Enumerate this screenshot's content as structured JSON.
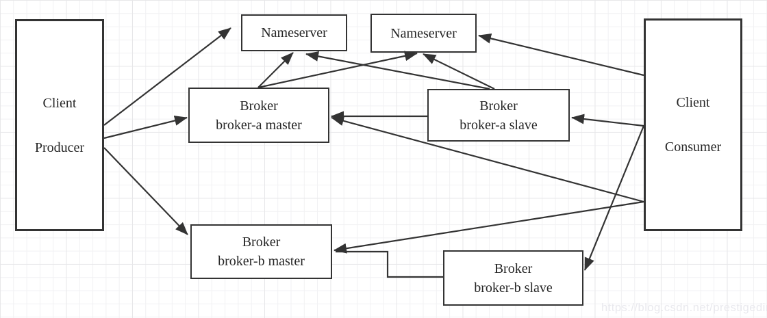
{
  "diagram_type": "architecture-diagram",
  "nodes": {
    "producer": {
      "line1": "Client",
      "line2": "Producer"
    },
    "nameserver1": {
      "label": "Nameserver"
    },
    "nameserver2": {
      "label": "Nameserver"
    },
    "broker_a_master": {
      "line1": "Broker",
      "line2": "broker-a master"
    },
    "broker_a_slave": {
      "line1": "Broker",
      "line2": "broker-a slave"
    },
    "broker_b_master": {
      "line1": "Broker",
      "line2": "broker-b master"
    },
    "broker_b_slave": {
      "line1": "Broker",
      "line2": "broker-b slave"
    },
    "consumer": {
      "line1": "Client",
      "line2": "Consumer"
    }
  },
  "edges": [
    {
      "from": "producer",
      "to": "nameserver1"
    },
    {
      "from": "producer",
      "to": "broker_a_master"
    },
    {
      "from": "producer",
      "to": "broker_b_master"
    },
    {
      "from": "broker_a_master",
      "to": "nameserver1"
    },
    {
      "from": "broker_a_master",
      "to": "nameserver2"
    },
    {
      "from": "broker_a_slave",
      "to": "nameserver1"
    },
    {
      "from": "broker_a_slave",
      "to": "nameserver2"
    },
    {
      "from": "broker_a_slave",
      "to": "broker_a_master"
    },
    {
      "from": "consumer",
      "to": "nameserver2"
    },
    {
      "from": "consumer",
      "to": "broker_a_master"
    },
    {
      "from": "consumer",
      "to": "broker_a_slave"
    },
    {
      "from": "consumer",
      "to": "broker_b_master"
    },
    {
      "from": "consumer",
      "to": "broker_b_slave"
    },
    {
      "from": "broker_b_slave",
      "to": "broker_b_master"
    }
  ],
  "watermark": "https://blog.csdn.net/prestigeding",
  "colors": {
    "stroke": "#333333",
    "box_border": "#333333",
    "box_fill": "#ffffff",
    "text": "#262626",
    "grid": "#e7e7e9",
    "watermark": "#e9e9ee"
  }
}
